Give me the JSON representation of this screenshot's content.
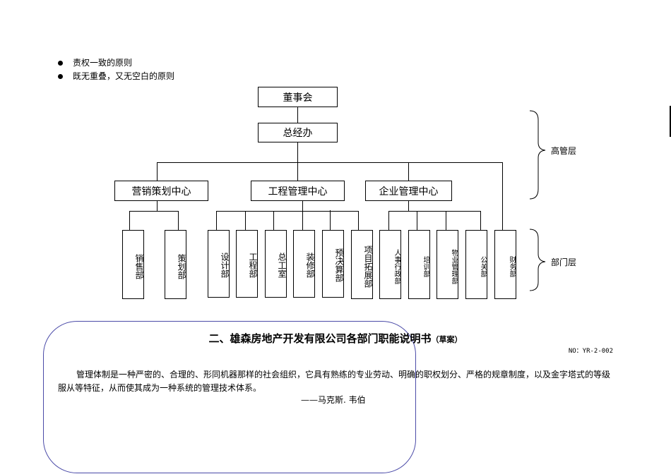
{
  "bullets": [
    "责权一致的原则",
    "既无重叠，又无空白的原则"
  ],
  "org": {
    "board": "董事会",
    "gm_office": "总经办",
    "centers": [
      "营销策划中心",
      "工程管理中心",
      "企业管理中心"
    ],
    "departments": [
      "销售部",
      "策划部",
      "设计部",
      "工程部",
      "总工室",
      "装修部",
      "预决算部",
      "项目拓展部",
      "人事行政部",
      "培训部",
      "物业管理部",
      "公关部",
      "财务部"
    ]
  },
  "layers": {
    "top": "高管层",
    "dept": "部门层"
  },
  "section": {
    "title": "二、雄森房地产开发有限公司各部门职能说明书",
    "draft": "（草案）",
    "doc_no": "NO：YR-2-002"
  },
  "quote": {
    "text": "管理体制是一种严密的、合理的、形同机器那样的社会组织，它具有熟练的专业劳动、明确的职权划分、严格的规章制度，以及金字塔式的等级服从等特征，从而使其成为一种系统的管理技术体系。",
    "author": "——马克斯. 韦伯"
  }
}
